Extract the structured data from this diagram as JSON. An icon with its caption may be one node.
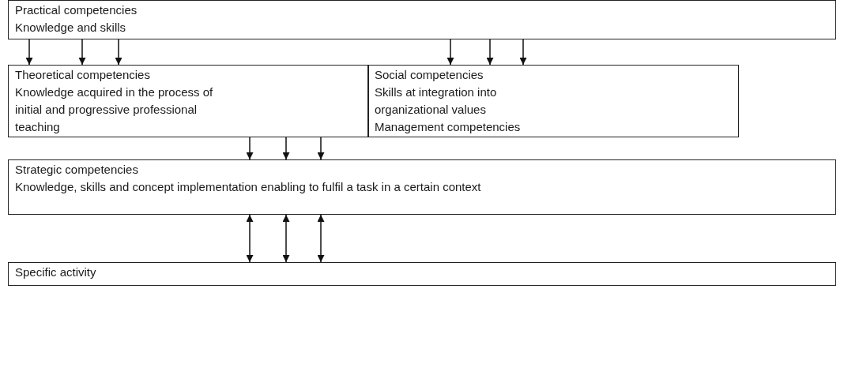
{
  "diagram": {
    "nodes": [
      {
        "text": [
          "Practical competencies",
          "Knowledge and skills"
        ]
      },
      {
        "text": [
          "Theoretical competencies",
          "Knowledge acquired in the process of initial and progressive professional teaching"
        ]
      },
      {
        "text": [
          "Social competencies",
          "Skills at integration into organizational values",
          "Management competencies"
        ]
      },
      {
        "text": [
          "Strategic competencies",
          "Knowledge, skills and concept implementation enabling to fulfil a task in a certain context"
        ]
      },
      {
        "text": [
          "Specific activity"
        ]
      }
    ],
    "edges": [
      {
        "from": 0,
        "to": 1,
        "arrow": "to"
      },
      {
        "from": 0,
        "to": 1,
        "arrow": "to"
      },
      {
        "from": 0,
        "to": 1,
        "arrow": "to"
      },
      {
        "from": 0,
        "to": 2,
        "arrow": "to"
      },
      {
        "from": 0,
        "to": 2,
        "arrow": "to"
      },
      {
        "from": 0,
        "to": 2,
        "arrow": "to"
      },
      {
        "from": 1,
        "to": 3,
        "arrow": "to"
      },
      {
        "from": 1,
        "to": 3,
        "arrow": "to"
      },
      {
        "from": 1,
        "to": 3,
        "arrow": "to"
      },
      {
        "from": 3,
        "to": 4,
        "arrow": "both"
      },
      {
        "from": 3,
        "to": 4,
        "arrow": "both"
      },
      {
        "from": 3,
        "to": 4,
        "arrow": "both"
      }
    ]
  }
}
